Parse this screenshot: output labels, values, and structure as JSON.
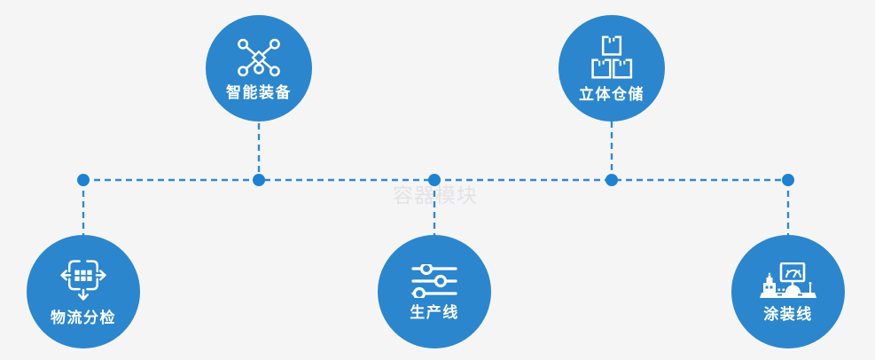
{
  "watermark": {
    "text": "容器模块"
  },
  "colors": {
    "background": "#f5f5f6",
    "node_fill": "#2b86cd",
    "connector_line": "#3288d2",
    "connector_dot": "#1e82d3",
    "label_text": "#ffffff",
    "watermark_text": "#e3e3e6"
  },
  "nodes": [
    {
      "id": "smart-equipment",
      "label": "智能装备",
      "icon": "network-nodes-icon",
      "row": "top"
    },
    {
      "id": "stereo-warehouse",
      "label": "立体仓储",
      "icon": "stacked-boxes-icon",
      "row": "top"
    },
    {
      "id": "logistics-sorting",
      "label": "物流分检",
      "icon": "sorting-arrows-icon",
      "row": "bottom"
    },
    {
      "id": "production-line",
      "label": "生产线",
      "icon": "sliders-icon",
      "row": "bottom"
    },
    {
      "id": "painting-line",
      "label": "涂装线",
      "icon": "control-station-icon",
      "row": "bottom"
    }
  ]
}
